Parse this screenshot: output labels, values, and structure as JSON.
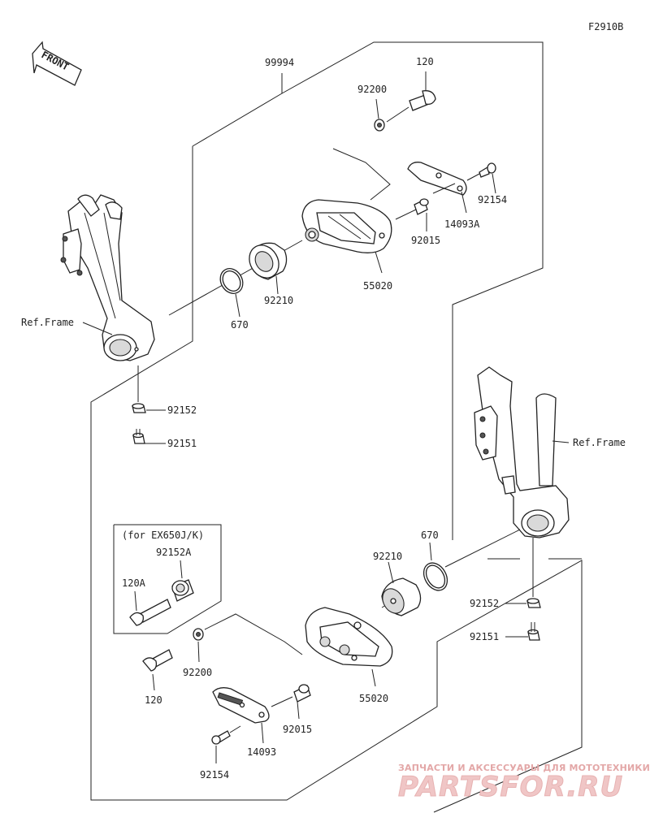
{
  "diagram_id": "F2910B",
  "front_indicator": "FRONT",
  "variant_box": {
    "title": "(for EX650J/K)",
    "parts": [
      "92152A",
      "120A"
    ]
  },
  "labels": {
    "kit": "99994",
    "bolt_top": "120",
    "washer_top": "92200",
    "screw_top": "92154",
    "plate_top": "14093A",
    "collar_top": "92015",
    "slider_top": "55020",
    "spacer_top": "92210",
    "oring_top": "670",
    "ref_frame_left": "Ref.Frame",
    "nut_left": "92152",
    "bolt_left": "92151",
    "ref_frame_right": "Ref.Frame",
    "oring_bottom": "670",
    "spacer_bottom": "92210",
    "nut_right": "92152",
    "bolt_right": "92151",
    "bolt_bottom": "120",
    "washer_bottom": "92200",
    "slider_bottom": "55020",
    "collar_bottom": "92015",
    "plate_bottom": "14093",
    "screw_bottom": "92154"
  },
  "watermark": {
    "tagline": "ЗАПЧАСТИ И АКСЕССУАРЫ ДЛЯ МОТОТЕХНИКИ",
    "brand": "PARTSFOR.RU"
  },
  "colors": {
    "line": "#222222",
    "watermark": "#e3a7a7"
  }
}
